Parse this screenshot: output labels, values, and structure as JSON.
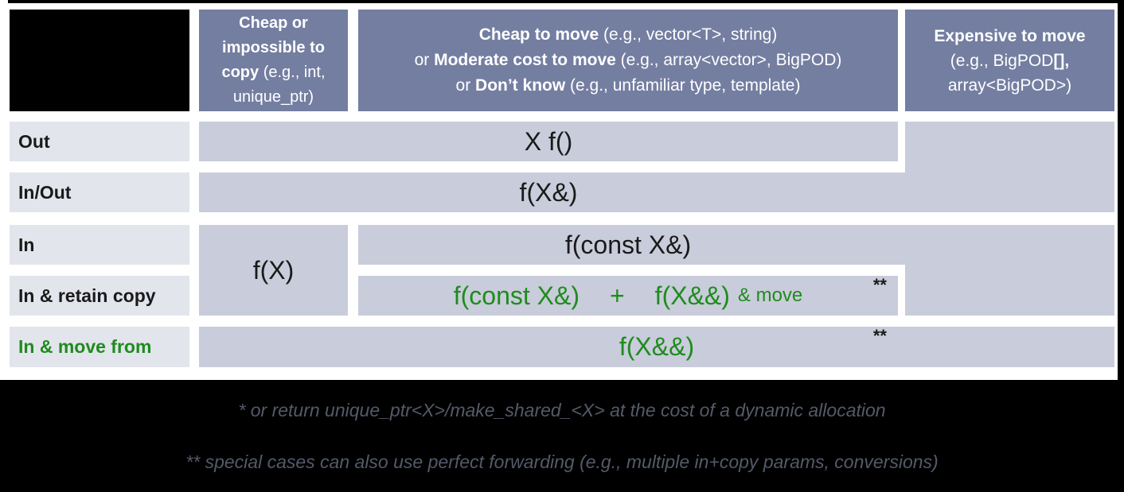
{
  "colors": {
    "header_bg": "#747EA1",
    "cell_bg": "#C9CCDA",
    "label_bg": "#E3E5EC",
    "green": "#1E8C1E",
    "text_dark": "#1A1A1A",
    "footnote_text": "#545A69",
    "frame": "#000000",
    "white": "#FFFFFF"
  },
  "header": {
    "col1": {
      "bold": "Cheap or impossible to copy",
      "rest": " (e.g., int, unique_ptr)"
    },
    "col2": {
      "line1_bold": "Cheap to move",
      "line1_rest": " (e.g., vector<T>, string)",
      "line2_pre": "or ",
      "line2_bold": "Moderate cost to move",
      "line2_rest": " (e.g., array<vector>, BigPOD)",
      "line3_pre": "or ",
      "line3_bold": "Don’t know",
      "line3_rest": " (e.g., unfamiliar type, template)"
    },
    "col3": {
      "line1_bold": "Expensive to move",
      "line2_pre": "(e.g., BigPOD",
      "line2_bold": "[],",
      "line3": "array<BigPOD>)"
    }
  },
  "rows": [
    {
      "label": "Out"
    },
    {
      "label": "In/Out"
    },
    {
      "label": "In"
    },
    {
      "label": "In & retain copy"
    },
    {
      "label": "In & move from"
    }
  ],
  "cells": {
    "out": "X f()",
    "inout": "f(X&)",
    "in_cheap": "f(X)",
    "in_const": "f(const X&)",
    "retain_part1": "f(const X&)",
    "retain_plus": "+",
    "retain_part2": "f(X&&)",
    "retain_suffix": "& move",
    "move_from": "f(X&&)"
  },
  "marks": {
    "double_star": "**"
  },
  "footnotes": {
    "first": "* or return unique_ptr<X>/make_shared_<X> at the cost of a dynamic allocation",
    "second": "** special cases can also use perfect forwarding (e.g., multiple in+copy params, conversions)"
  }
}
